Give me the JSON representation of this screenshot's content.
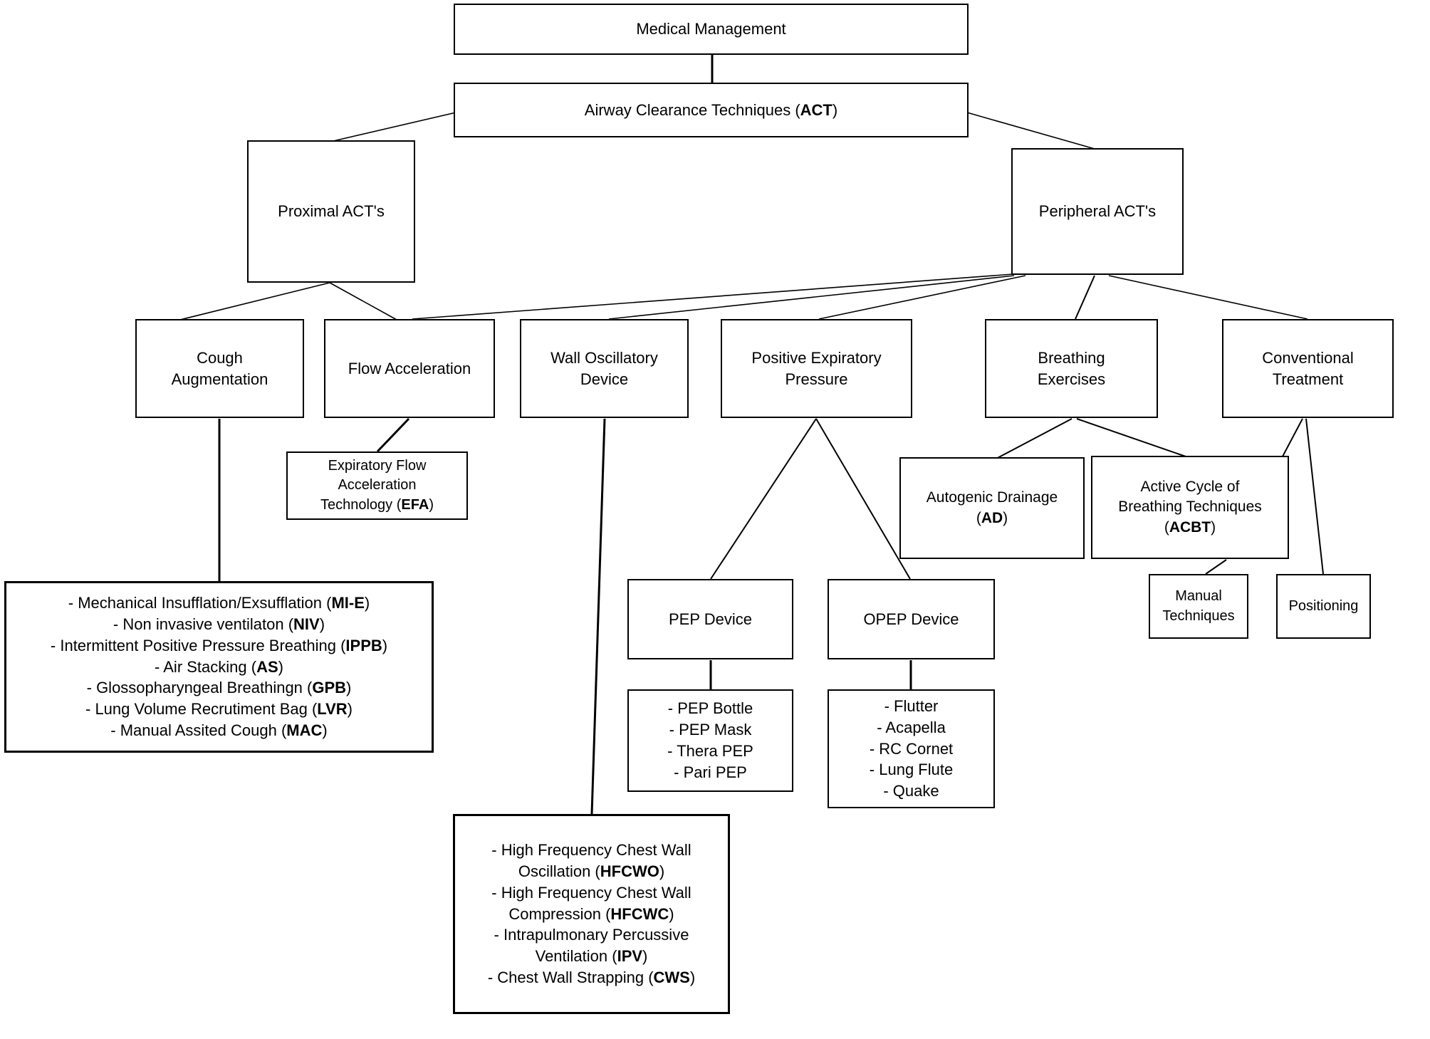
{
  "diagram_title": "Medical Management airway clearance techniques flowchart",
  "colors": {
    "background": "#ffffff",
    "box_border": "#000000",
    "box_fill": "#ffffff",
    "text": "#000000",
    "connector": "#000000"
  },
  "nodes": [
    {
      "id": "medical-management",
      "lines": [
        [
          {
            "t": "Medical Management"
          }
        ]
      ]
    },
    {
      "id": "act",
      "lines": [
        [
          {
            "t": "Airway Clearance Techniques ("
          },
          {
            "t": "ACT",
            "b": 1
          },
          {
            "t": ")"
          }
        ]
      ]
    },
    {
      "id": "proximal",
      "lines": [
        [
          {
            "t": "Proximal ACT's"
          }
        ]
      ]
    },
    {
      "id": "peripheral",
      "lines": [
        [
          {
            "t": "Peripheral ACT's"
          }
        ]
      ]
    },
    {
      "id": "cough",
      "lines": [
        [
          {
            "t": "Cough"
          }
        ],
        [
          {
            "t": "Augmentation"
          }
        ]
      ]
    },
    {
      "id": "flow",
      "lines": [
        [
          {
            "t": "Flow Acceleration"
          }
        ]
      ]
    },
    {
      "id": "wall",
      "lines": [
        [
          {
            "t": "Wall Oscillatory"
          }
        ],
        [
          {
            "t": "Device"
          }
        ]
      ]
    },
    {
      "id": "pos-exp",
      "lines": [
        [
          {
            "t": "Positive Expiratory"
          }
        ],
        [
          {
            "t": "Pressure"
          }
        ]
      ]
    },
    {
      "id": "breathing",
      "lines": [
        [
          {
            "t": "Breathing"
          }
        ],
        [
          {
            "t": "Exercises"
          }
        ]
      ]
    },
    {
      "id": "conventional",
      "lines": [
        [
          {
            "t": "Conventional"
          }
        ],
        [
          {
            "t": "Treatment"
          }
        ]
      ]
    },
    {
      "id": "efa",
      "lines": [
        [
          {
            "t": "Expiratory Flow"
          }
        ],
        [
          {
            "t": "Acceleration"
          }
        ],
        [
          {
            "t": "Technology ("
          },
          {
            "t": "EFA",
            "b": 1
          },
          {
            "t": ")"
          }
        ]
      ]
    },
    {
      "id": "cough-list",
      "lines": [
        [
          {
            "t": "- Mechanical Insufflation/Exsufflation ("
          },
          {
            "t": "MI-E",
            "b": 1
          },
          {
            "t": ")"
          }
        ],
        [
          {
            "t": "- Non invasive ventilaton ("
          },
          {
            "t": "NIV",
            "b": 1
          },
          {
            "t": ")"
          }
        ],
        [
          {
            "t": "- Intermittent Positive Pressure Breathing ("
          },
          {
            "t": "IPPB",
            "b": 1
          },
          {
            "t": ")"
          }
        ],
        [
          {
            "t": "- Air Stacking ("
          },
          {
            "t": "AS",
            "b": 1
          },
          {
            "t": ")"
          }
        ],
        [
          {
            "t": "- Glossopharyngeal Breathingn ("
          },
          {
            "t": "GPB",
            "b": 1
          },
          {
            "t": ")"
          }
        ],
        [
          {
            "t": "- Lung Volume Recrutiment Bag ("
          },
          {
            "t": "LVR",
            "b": 1
          },
          {
            "t": ")"
          }
        ],
        [
          {
            "t": "- Manual Assited Cough ("
          },
          {
            "t": "MAC",
            "b": 1
          },
          {
            "t": ")"
          }
        ]
      ]
    },
    {
      "id": "pep-device",
      "lines": [
        [
          {
            "t": "PEP Device"
          }
        ]
      ]
    },
    {
      "id": "opep-device",
      "lines": [
        [
          {
            "t": "OPEP Device"
          }
        ]
      ]
    },
    {
      "id": "pep-list",
      "lines": [
        [
          {
            "t": "- PEP Bottle"
          }
        ],
        [
          {
            "t": "- PEP Mask"
          }
        ],
        [
          {
            "t": "- Thera PEP"
          }
        ],
        [
          {
            "t": "- Pari PEP"
          }
        ]
      ]
    },
    {
      "id": "opep-list",
      "lines": [
        [
          {
            "t": "- Flutter"
          }
        ],
        [
          {
            "t": "- Acapella"
          }
        ],
        [
          {
            "t": "- RC Cornet"
          }
        ],
        [
          {
            "t": "- Lung Flute"
          }
        ],
        [
          {
            "t": "- Quake"
          }
        ]
      ]
    },
    {
      "id": "ad",
      "lines": [
        [
          {
            "t": "Autogenic Drainage"
          }
        ],
        [
          {
            "t": "("
          },
          {
            "t": "AD",
            "b": 1
          },
          {
            "t": ")"
          }
        ]
      ]
    },
    {
      "id": "acbt",
      "lines": [
        [
          {
            "t": "Active Cycle of"
          }
        ],
        [
          {
            "t": "Breathing Techniques"
          }
        ],
        [
          {
            "t": "("
          },
          {
            "t": "ACBT",
            "b": 1
          },
          {
            "t": ")"
          }
        ]
      ]
    },
    {
      "id": "manual",
      "lines": [
        [
          {
            "t": "Manual"
          }
        ],
        [
          {
            "t": "Techniques"
          }
        ]
      ]
    },
    {
      "id": "positioning",
      "lines": [
        [
          {
            "t": "Positioning"
          }
        ]
      ]
    },
    {
      "id": "wall-list",
      "lines": [
        [
          {
            "t": "- High Frequency Chest Wall"
          }
        ],
        [
          {
            "t": "Oscillation ("
          },
          {
            "t": "HFCWO",
            "b": 1
          },
          {
            "t": ")"
          }
        ],
        [
          {
            "t": "- High Frequency Chest Wall"
          }
        ],
        [
          {
            "t": "Compression ("
          },
          {
            "t": "HFCWC",
            "b": 1
          },
          {
            "t": ")"
          }
        ],
        [
          {
            "t": "- Intrapulmonary Percussive"
          }
        ],
        [
          {
            "t": "Ventilation ("
          },
          {
            "t": "IPV",
            "b": 1
          },
          {
            "t": ")"
          }
        ],
        [
          {
            "t": "- Chest Wall Strapping ("
          },
          {
            "t": "CWS",
            "b": 1
          },
          {
            "t": ")"
          }
        ]
      ]
    }
  ],
  "edges": [
    {
      "from": "medical-management",
      "to": "act"
    },
    {
      "from": "act",
      "to": "proximal"
    },
    {
      "from": "act",
      "to": "peripheral"
    },
    {
      "from": "proximal",
      "to": "cough"
    },
    {
      "from": "proximal",
      "to": "flow"
    },
    {
      "from": "peripheral",
      "to": "flow"
    },
    {
      "from": "peripheral",
      "to": "wall"
    },
    {
      "from": "peripheral",
      "to": "pos-exp"
    },
    {
      "from": "peripheral",
      "to": "breathing"
    },
    {
      "from": "peripheral",
      "to": "conventional"
    },
    {
      "from": "cough",
      "to": "cough-list"
    },
    {
      "from": "flow",
      "to": "efa"
    },
    {
      "from": "wall",
      "to": "wall-list"
    },
    {
      "from": "pos-exp",
      "to": "pep-device"
    },
    {
      "from": "pos-exp",
      "to": "opep-device"
    },
    {
      "from": "pep-device",
      "to": "pep-list"
    },
    {
      "from": "opep-device",
      "to": "opep-list"
    },
    {
      "from": "breathing",
      "to": "ad"
    },
    {
      "from": "breathing",
      "to": "acbt"
    },
    {
      "from": "conventional",
      "to": "acbt"
    },
    {
      "from": "conventional",
      "to": "positioning"
    },
    {
      "from": "acbt",
      "to": "manual"
    }
  ]
}
